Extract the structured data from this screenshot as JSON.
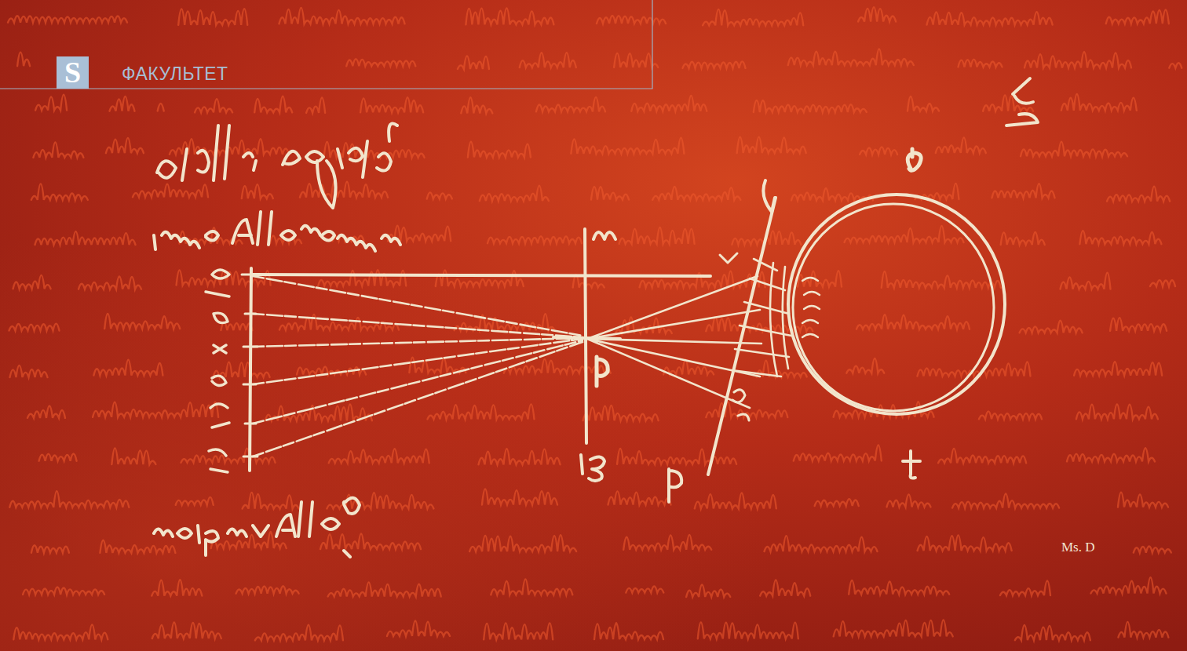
{
  "diagram": {
    "labels": [
      "S",
      "ФАКУЛЬТЕТ",
      "Ms. D"
    ]
  }
}
